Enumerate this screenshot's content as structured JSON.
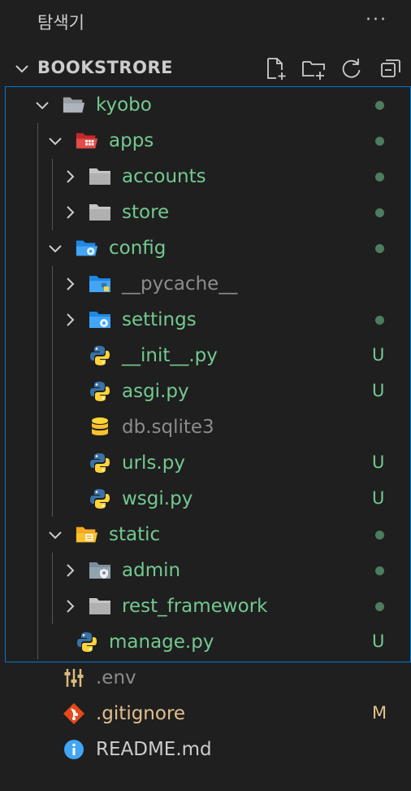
{
  "panel": {
    "title": "탐색기",
    "more_label": "···"
  },
  "section": {
    "title": "BOOKSTRORE"
  },
  "actions": [
    {
      "name": "new-file-button",
      "icon": "new-file-icon"
    },
    {
      "name": "new-folder-button",
      "icon": "new-folder-icon"
    },
    {
      "name": "refresh-button",
      "icon": "refresh-icon"
    },
    {
      "name": "collapse-all-button",
      "icon": "collapse-all-icon"
    }
  ],
  "colors": {
    "modified_green": "#73c991",
    "ignored_gray": "#8c8c8c",
    "git_m": "#e2c08d",
    "folder_gray": "#c5c5c5",
    "folder_red": "#e44b4b",
    "folder_teal": "#42a5f5",
    "folder_yellow": "#fbc02d",
    "python_blue": "#3872a6",
    "python_yellow": "#ffd43b",
    "focus_border": "#0078d4"
  },
  "tree": [
    {
      "label": "kyobo",
      "depth": 0,
      "type": "folder-open",
      "icon": "folder-open-icon",
      "expanded": true,
      "status_dot": true,
      "color": "green"
    },
    {
      "label": "apps",
      "depth": 1,
      "type": "folder-open",
      "icon": "folder-app-icon",
      "expanded": true,
      "status_dot": true,
      "color": "green"
    },
    {
      "label": "accounts",
      "depth": 2,
      "type": "folder",
      "icon": "folder-icon",
      "expanded": false,
      "status_dot": true,
      "color": "green"
    },
    {
      "label": "store",
      "depth": 2,
      "type": "folder",
      "icon": "folder-icon",
      "expanded": false,
      "status_dot": true,
      "color": "green"
    },
    {
      "label": "config",
      "depth": 1,
      "type": "folder-open",
      "icon": "folder-config-icon",
      "expanded": true,
      "status_dot": true,
      "color": "green"
    },
    {
      "label": "__pycache__",
      "depth": 2,
      "type": "folder",
      "icon": "folder-python-icon",
      "expanded": false,
      "status_dot": false,
      "color": "gray"
    },
    {
      "label": "settings",
      "depth": 2,
      "type": "folder",
      "icon": "folder-settings-icon",
      "expanded": false,
      "status_dot": true,
      "color": "green"
    },
    {
      "label": "__init__.py",
      "depth": 2,
      "type": "file",
      "icon": "python-icon",
      "status": "U",
      "color": "green"
    },
    {
      "label": "asgi.py",
      "depth": 2,
      "type": "file",
      "icon": "python-icon",
      "status": "U",
      "color": "green"
    },
    {
      "label": "db.sqlite3",
      "depth": 2,
      "type": "file",
      "icon": "database-icon",
      "status": "",
      "color": "gray"
    },
    {
      "label": "urls.py",
      "depth": 2,
      "type": "file",
      "icon": "python-icon",
      "status": "U",
      "color": "green"
    },
    {
      "label": "wsgi.py",
      "depth": 2,
      "type": "file",
      "icon": "python-icon",
      "status": "U",
      "color": "green"
    },
    {
      "label": "static",
      "depth": 1,
      "type": "folder-open",
      "icon": "folder-static-icon",
      "expanded": true,
      "status_dot": true,
      "color": "green"
    },
    {
      "label": "admin",
      "depth": 2,
      "type": "folder",
      "icon": "folder-admin-icon",
      "expanded": false,
      "status_dot": true,
      "color": "green"
    },
    {
      "label": "rest_framework",
      "depth": 2,
      "type": "folder",
      "icon": "folder-icon",
      "expanded": false,
      "status_dot": true,
      "color": "green"
    },
    {
      "label": "manage.py",
      "depth": 1,
      "type": "file",
      "icon": "python-icon",
      "status": "U",
      "color": "green"
    },
    {
      "label": ".env",
      "depth": 0,
      "type": "file",
      "icon": "settings-sliders-icon",
      "status": "",
      "color": "gray"
    },
    {
      "label": ".gitignore",
      "depth": 0,
      "type": "file",
      "icon": "git-icon",
      "status": "M",
      "color": "yellow"
    },
    {
      "label": "README.md",
      "depth": 0,
      "type": "file",
      "icon": "info-icon",
      "status": "",
      "color": "white"
    }
  ]
}
